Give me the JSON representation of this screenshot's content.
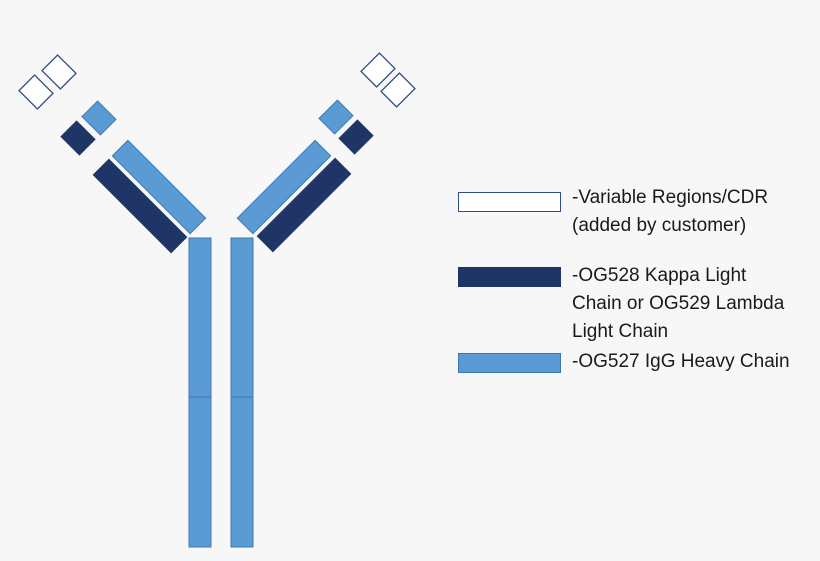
{
  "colors": {
    "background": "#f7f7f7",
    "variable_fill": "#ffffff",
    "outline": "#2f4f85",
    "light_chain": "#1e3566",
    "heavy_chain": "#5b9bd5",
    "heavy_chain_edge": "#3f78b0"
  },
  "legend": {
    "items": [
      {
        "key": "variable",
        "lines": [
          "-Variable Regions/CDR",
          "(added by customer)"
        ]
      },
      {
        "key": "light",
        "lines": [
          "-OG528 Kappa Light",
          "Chain or OG529 Lambda",
          "Light Chain"
        ]
      },
      {
        "key": "heavy",
        "lines": [
          "-OG527 IgG Heavy Chain"
        ]
      }
    ]
  }
}
